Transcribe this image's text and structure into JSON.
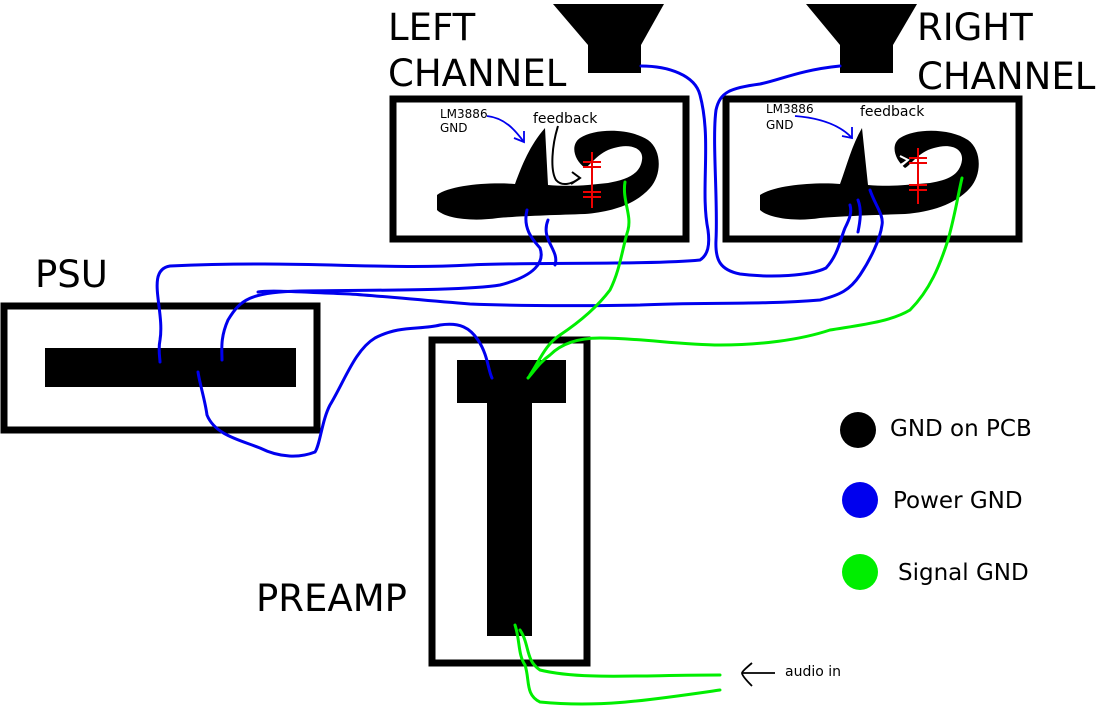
{
  "labels": {
    "left_channel_line1": "LEFT",
    "left_channel_line2": "CHANNEL",
    "right_channel_line1": "RIGHT",
    "right_channel_line2": "CHANNEL",
    "psu": "PSU",
    "preamp": "PREAMP",
    "lm3886_line1": "LM3886",
    "lm3886_line2": "GND",
    "feedback": "feedback",
    "audio_in": "audio in"
  },
  "legend": [
    {
      "label": "GND on PCB",
      "color": "#000000"
    },
    {
      "label": "Power GND",
      "color": "#0000ee"
    },
    {
      "label": "Signal GND",
      "color": "#00ee00"
    }
  ],
  "colors": {
    "pcb_gnd": "#000000",
    "power_gnd": "#0000ee",
    "signal_gnd": "#00ee00",
    "capacitor": "#ee0000"
  }
}
